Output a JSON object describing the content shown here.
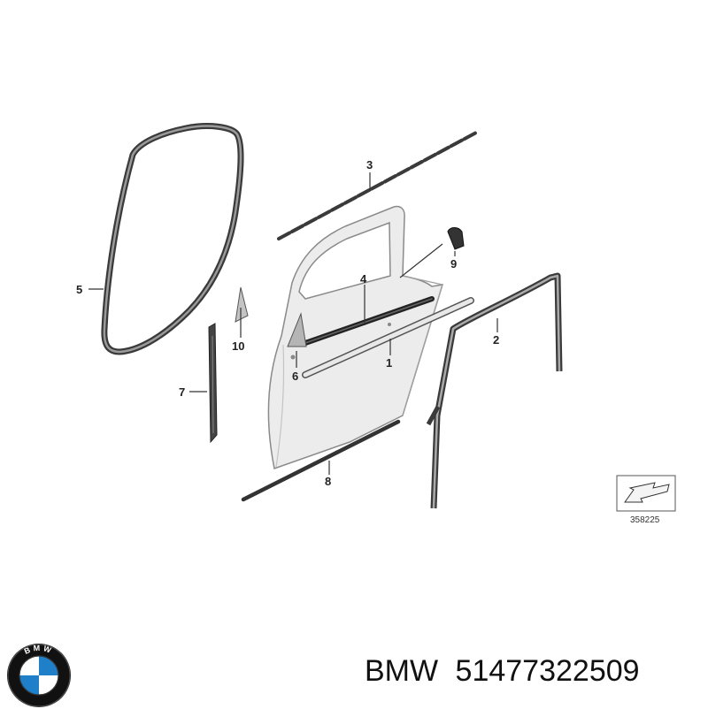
{
  "diagram": {
    "callouts": [
      "1",
      "2",
      "3",
      "4",
      "5",
      "6",
      "7",
      "8",
      "9",
      "10"
    ],
    "reference_code": "358225"
  },
  "caption": {
    "brand": "BMW",
    "part_number": "51477322509"
  },
  "logo": {
    "letters": "BMW",
    "colors": {
      "blue": "#1f7fc8",
      "white": "#ffffff",
      "ring": "#111111"
    }
  }
}
